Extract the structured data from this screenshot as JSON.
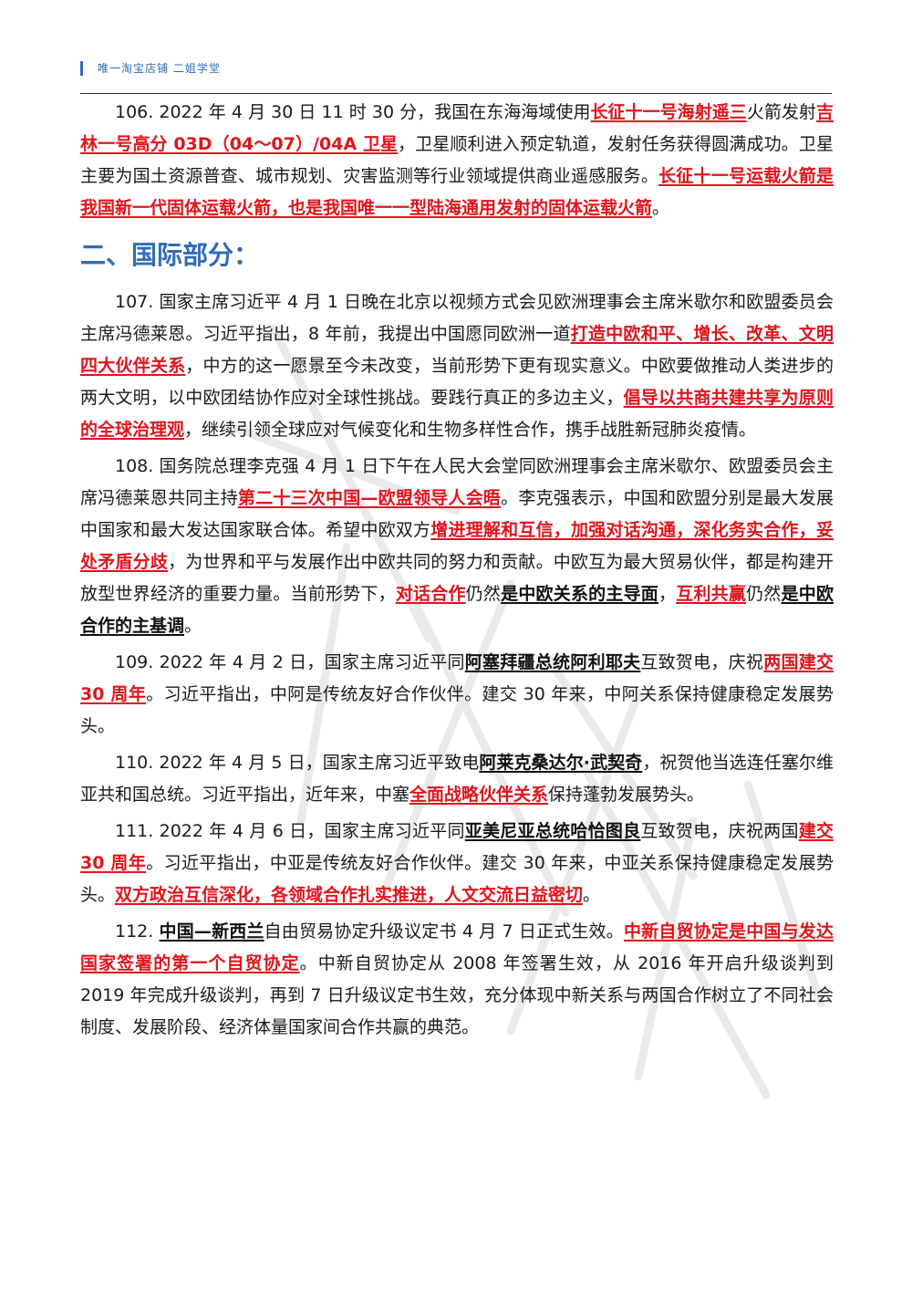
{
  "header": {
    "text": "唯一淘宝店铺   二姐学堂"
  },
  "items": [
    {
      "segments": [
        {
          "t": "106. 2022 年 4 月 30 日 11 时 30 分，我国在东海海域使用",
          "s": "n"
        },
        {
          "t": "长征十一号海射遥三",
          "s": "r"
        },
        {
          "t": "火箭发射",
          "s": "n"
        },
        {
          "t": "吉林一号高分 03D（04～07）/04A 卫星",
          "s": "r"
        },
        {
          "t": "，卫星顺利进入预定轨道，发射任务获得圆满成功。卫星主要为国土资源普查、城市规划、灾害监测等行业领域提供商业遥感服务。",
          "s": "n"
        },
        {
          "t": "长征十一号运载火箭是我国新一代固体运载火箭，也是我国唯一一型陆海通用发射的固体运载火箭",
          "s": "r"
        },
        {
          "t": "。",
          "s": "n"
        }
      ]
    }
  ],
  "section_title": "二、国际部分：",
  "items2": [
    {
      "segments": [
        {
          "t": "107. 国家主席习近平 4 月 1 日晚在北京以视频方式会见欧洲理事会主席米歇尔和欧盟委员会主席冯德莱恩。习近平指出，8 年前，我提出中国愿同欧洲一道",
          "s": "n"
        },
        {
          "t": "打造中欧和平、增长、改革、文明四大伙伴关系",
          "s": "r"
        },
        {
          "t": "，中方的这一愿景至今未改变，当前形势下更有现实意义。中欧要做推动人类进步的两大文明，以中欧团结协作应对全球性挑战。要践行真正的多边主义，",
          "s": "n"
        },
        {
          "t": "倡导以共商共建共享为原则的全球治理观",
          "s": "r"
        },
        {
          "t": "，继续引领全球应对气候变化和生物多样性合作，携手战胜新冠肺炎疫情。",
          "s": "n"
        }
      ]
    },
    {
      "segments": [
        {
          "t": "108. 国务院总理李克强 4 月 1 日下午在人民大会堂同欧洲理事会主席米歇尔、欧盟委员会主席冯德莱恩共同主持",
          "s": "n"
        },
        {
          "t": "第二十三次中国—欧盟领导人会晤",
          "s": "r"
        },
        {
          "t": "。李克强表示，中国和欧盟分别是最大发展中国家和最大发达国家联合体。希望中欧双方",
          "s": "n"
        },
        {
          "t": "增进理解和互信，加强对话沟通，深化务实合作，妥处矛盾分歧",
          "s": "r"
        },
        {
          "t": "，为世界和平与发展作出中欧共同的努力和贡献。中欧互为最大贸易伙伴，都是构建开放型世界经济的重要力量。当前形势下，",
          "s": "n"
        },
        {
          "t": "对话合作",
          "s": "r"
        },
        {
          "t": "仍然",
          "s": "n"
        },
        {
          "t": "是中欧关系的主导面",
          "s": "b"
        },
        {
          "t": "，",
          "s": "n"
        },
        {
          "t": "互利共赢",
          "s": "r"
        },
        {
          "t": "仍然",
          "s": "n"
        },
        {
          "t": "是中欧合作的主基调",
          "s": "b"
        },
        {
          "t": "。",
          "s": "n"
        }
      ]
    },
    {
      "segments": [
        {
          "t": "109. 2022 年 4 月 2 日，国家主席习近平同",
          "s": "n"
        },
        {
          "t": "阿塞拜疆总统阿利耶夫",
          "s": "b"
        },
        {
          "t": "互致贺电，庆祝",
          "s": "n"
        },
        {
          "t": "两国建交 30 周年",
          "s": "r"
        },
        {
          "t": "。习近平指出，中阿是传统友好合作伙伴。建交 30 年来，中阿关系保持健康稳定发展势头。",
          "s": "n"
        }
      ]
    },
    {
      "segments": [
        {
          "t": "110. 2022 年 4 月 5 日，国家主席习近平致电",
          "s": "n"
        },
        {
          "t": "阿莱克桑达尔·武契奇",
          "s": "b"
        },
        {
          "t": "，祝贺他当选连任塞尔维亚共和国总统。习近平指出，近年来，中塞",
          "s": "n"
        },
        {
          "t": "全面战略伙伴关系",
          "s": "r"
        },
        {
          "t": "保持蓬勃发展势头。",
          "s": "n"
        }
      ]
    },
    {
      "segments": [
        {
          "t": "111. 2022 年 4 月 6 日，国家主席习近平同",
          "s": "n"
        },
        {
          "t": "亚美尼亚总统哈恰图良",
          "s": "b"
        },
        {
          "t": "互致贺电，庆祝两国",
          "s": "n"
        },
        {
          "t": "建交 30 周年",
          "s": "r"
        },
        {
          "t": "。习近平指出，中亚是传统友好合作伙伴。建交 30 年来，中亚关系保持健康稳定发展势头。",
          "s": "n"
        },
        {
          "t": "双方政治互信深化，各领域合作扎实推进，人文交流日益密切",
          "s": "r"
        },
        {
          "t": "。",
          "s": "n"
        }
      ]
    },
    {
      "segments": [
        {
          "t": "112. ",
          "s": "n"
        },
        {
          "t": "中国—新西兰",
          "s": "b"
        },
        {
          "t": "自由贸易协定升级议定书 4 月 7 日正式生效。",
          "s": "n"
        },
        {
          "t": "中新自贸协定是中国与发达国家签署的第一个自贸协定",
          "s": "r"
        },
        {
          "t": "。中新自贸协定从 2008 年签署生效，从 2016 年开启升级谈判到 2019 年完成升级谈判，再到 7 日升级议定书生效，充分体现中新关系与两国合作树立了不同社会制度、发展阶段、经济体量国家间合作共赢的典范。",
          "s": "n"
        }
      ]
    }
  ]
}
